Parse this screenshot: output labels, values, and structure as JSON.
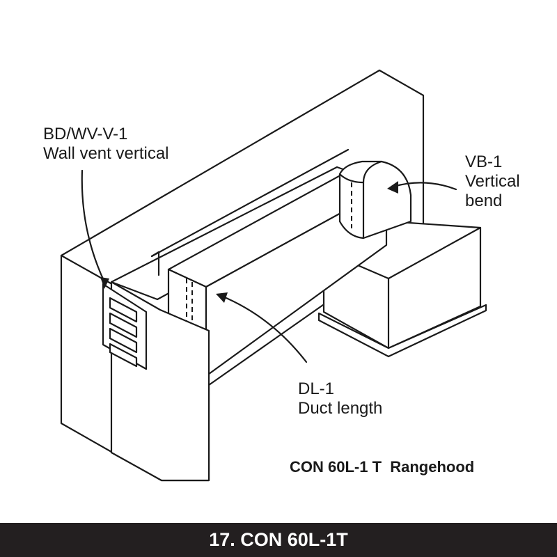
{
  "labels": {
    "wall_vent": {
      "code": "BD/WV-V-1",
      "name": "Wall vent vertical"
    },
    "vertical_bend": {
      "code": "VB-1",
      "line1": "Vertical",
      "line2": "bend"
    },
    "duct_length": {
      "code": "DL-1",
      "name": "Duct length"
    }
  },
  "caption": "CON 60L-1 T  Rangehood",
  "footer": {
    "title": "17. CON 60L-1T"
  },
  "colors": {
    "ink": "#1a1a1a",
    "footer_bg": "#231f20",
    "footer_text": "#ffffff",
    "background": "#ffffff"
  }
}
